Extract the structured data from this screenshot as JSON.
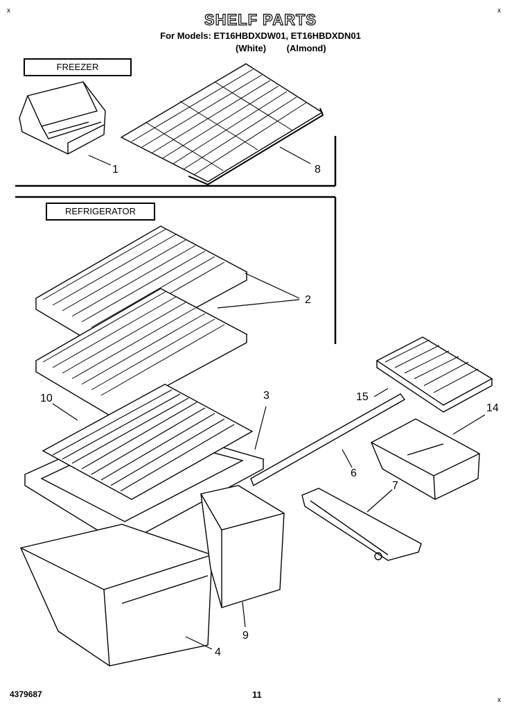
{
  "title": "SHELF PARTS",
  "models_line": "For Models: ET16HBDXDW01, ET16HBDXDN01",
  "finishes_line": "(White) (Almond)",
  "sections": {
    "freezer": "FREEZER",
    "refrigerator": "REFRIGERATOR"
  },
  "callouts": [
    "1",
    "8",
    "2",
    "10",
    "3",
    "15",
    "14",
    "6",
    "7",
    "9",
    "4"
  ],
  "footer": {
    "doc_id": "4379687",
    "page": "11"
  },
  "corner_marks": [
    "x",
    "x",
    "x"
  ]
}
